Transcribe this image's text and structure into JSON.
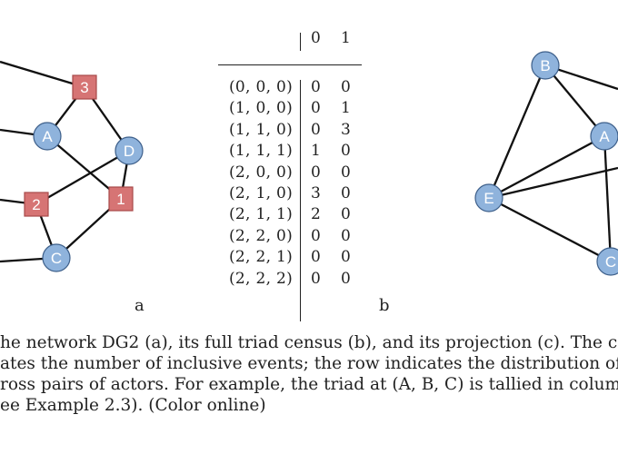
{
  "figure_a": {
    "nodes": [
      {
        "id": "A",
        "shape": "circle",
        "label": "A"
      },
      {
        "id": "C",
        "shape": "circle",
        "label": "C"
      },
      {
        "id": "D",
        "shape": "circle",
        "label": "D"
      },
      {
        "id": "1",
        "shape": "square",
        "label": "1"
      },
      {
        "id": "2",
        "shape": "square",
        "label": "2"
      },
      {
        "id": "3",
        "shape": "square",
        "label": "3"
      }
    ]
  },
  "figure_c": {
    "nodes": [
      {
        "id": "B",
        "label": "B"
      },
      {
        "id": "A",
        "label": "A"
      },
      {
        "id": "E",
        "label": "E"
      },
      {
        "id": "C",
        "label": "C"
      }
    ]
  },
  "colors": {
    "circle_node": "#8fb3dc",
    "square_node": "#d67474",
    "node_stroke": "#3d5f8a",
    "square_stroke": "#a84a4a",
    "edge": "#111111"
  },
  "labels": {
    "a": "a",
    "b": "b"
  },
  "census": {
    "header": [
      "0",
      "1"
    ],
    "rows": [
      {
        "triad": "(0, 0, 0)",
        "v0": "0",
        "v1": "0"
      },
      {
        "triad": "(1, 0, 0)",
        "v0": "0",
        "v1": "1"
      },
      {
        "triad": "(1, 1, 0)",
        "v0": "0",
        "v1": "3"
      },
      {
        "triad": "(1, 1, 1)",
        "v0": "1",
        "v1": "0"
      },
      {
        "triad": "(2, 0, 0)",
        "v0": "0",
        "v1": "0"
      },
      {
        "triad": "(2, 1, 0)",
        "v0": "3",
        "v1": "0"
      },
      {
        "triad": "(2, 1, 1)",
        "v0": "2",
        "v1": "0"
      },
      {
        "triad": "(2, 2, 0)",
        "v0": "0",
        "v1": "0"
      },
      {
        "triad": "(2, 2, 1)",
        "v0": "0",
        "v1": "0"
      },
      {
        "triad": "(2, 2, 2)",
        "v0": "0",
        "v1": "0"
      }
    ]
  },
  "caption": [
    "he network DG2 (a), its full triad census (b), and its projection (c). The c",
    "ates the number of inclusive events; the row indicates the distribution of",
    "ross pairs of actors. For example, the triad at (A, B, C) is tallied in colum",
    "ee Example 2.3). (Color online)"
  ]
}
